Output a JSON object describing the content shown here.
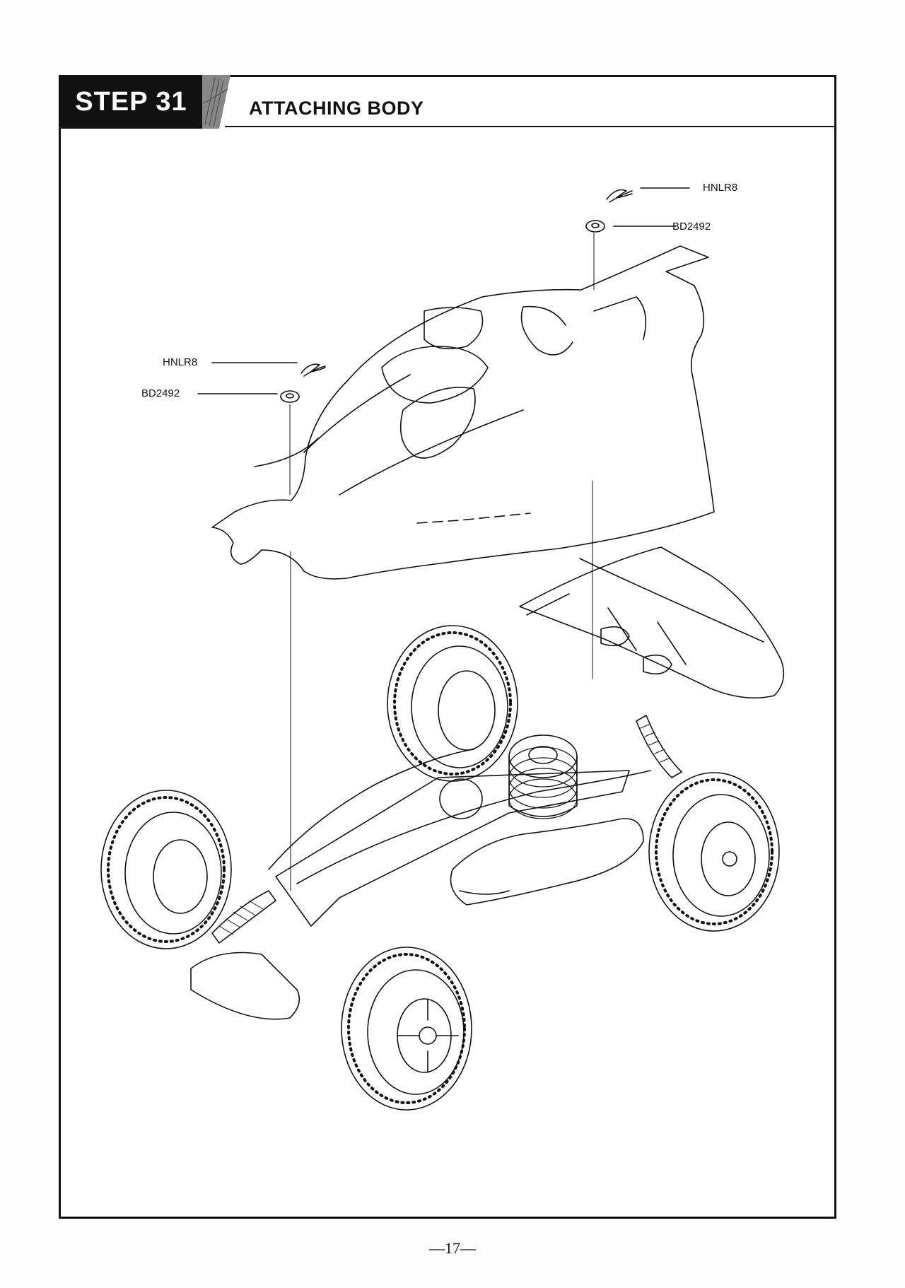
{
  "step": {
    "badge": "STEP 31",
    "title": "ATTACHING BODY"
  },
  "callouts": {
    "top_clip": "HNLR8",
    "top_washer": "BD2492",
    "left_clip": "HNLR8",
    "left_washer": "BD2492"
  },
  "page_number": "—17—"
}
